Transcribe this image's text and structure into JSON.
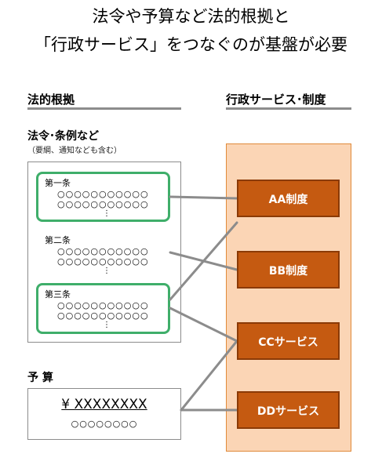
{
  "title": {
    "line1": "法令や予算など法的根拠と",
    "line2": "「行政サービス」をつなぐのが基盤が必要"
  },
  "left_header": "法的根拠",
  "right_header": "行政サービス･制度",
  "laws": {
    "heading": "法令･条例など",
    "note": "（要綱、通知なども含む）",
    "articles": [
      {
        "title": "第一条",
        "line1": "○○○○○○○○○○○",
        "line2": "○○○○○○○○○○○",
        "dots": "⋮",
        "highlighted": true
      },
      {
        "title": "第二条",
        "line1": "○○○○○○○○○○○",
        "line2": "○○○○○○○○○○○",
        "dots": "⋮",
        "highlighted": false
      },
      {
        "title": "第三条",
        "line1": "○○○○○○○○○○○",
        "line2": "○○○○○○○○○○○",
        "dots": "⋮",
        "highlighted": true
      }
    ]
  },
  "budget": {
    "heading": "予 算",
    "amount": "¥ XXXXXXXX",
    "sub": "○○○○○○○○"
  },
  "services": [
    "AA制度",
    "BB制度",
    "CCサービス",
    "DDサービス"
  ],
  "colors": {
    "panel_fill": "#fbd5b5",
    "service_fill": "#c55a11",
    "highlight": "#3fae6a",
    "connector": "#8c8c8c"
  }
}
